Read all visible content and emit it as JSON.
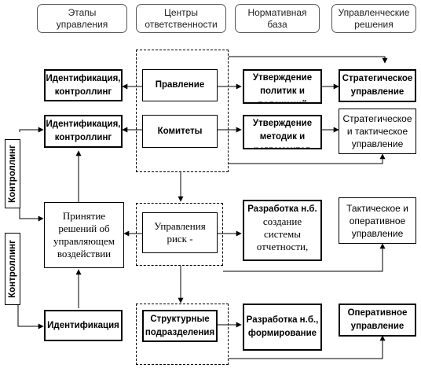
{
  "headers": {
    "stages": [
      "Этапы",
      "управления"
    ],
    "centers": [
      "Центры",
      "ответственности"
    ],
    "normative": [
      "Нормативная",
      "база"
    ],
    "management": [
      "Управленческие",
      "решения"
    ]
  },
  "stages": {
    "ident1": "Идентификация, контроллинг",
    "ident2": "Идентификация, контроллинг",
    "decision": "Принятие решений об управляющем воздействии",
    "ident3": "Идентификация"
  },
  "control_labels": [
    "Контроллинг",
    "Контроллинг"
  ],
  "centers": {
    "board": "Правление",
    "committees": "Комитеты",
    "risk_dept": "Управления риск -",
    "divisions": "Структурные подразделения"
  },
  "normative": {
    "policies": "Утверждение политик и положений",
    "methods": "Утверждение методик и регламентов",
    "develop1_bold": "Разработка н.б.",
    "develop1_rest": "создание системы отчетности,",
    "develop2": "Разработка н.б., формирование"
  },
  "decisions": {
    "strategic": "Стратегическое управление",
    "strat_tact": "Стратегическое и тактическое управление",
    "tact_oper": "Тактическое и оперативное управление",
    "operational": "Оперативное управление"
  }
}
